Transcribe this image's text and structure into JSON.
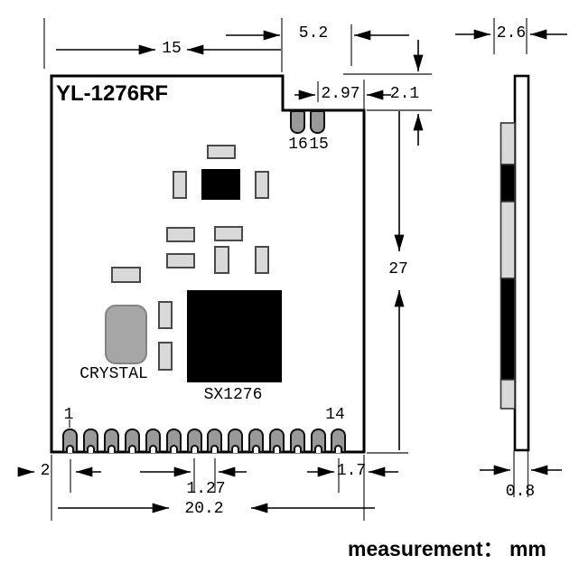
{
  "title": "YL-1276RF",
  "footer": {
    "label": "measurement： mm"
  },
  "units": "mm",
  "top_view": {
    "crystal_label": "CRYSTAL",
    "chip_label": "SX1276",
    "pin_first_label": "1",
    "pin_last_label": "14",
    "pin_top_left_label": "16",
    "pin_top_right_label": "15",
    "bottom_pin_count": 14,
    "top_pin_count": 2
  },
  "dimensions": {
    "left_to_step_width": "15",
    "step_width": "5.2",
    "pin15_to_edge": "2.97",
    "step_height": "2.1",
    "body_height": "27",
    "total_thickness": "2.6",
    "pcb_thickness": "0.8",
    "edge_to_pin1": "2",
    "pin_pitch": "1.27",
    "pin14_to_edge": "1.7",
    "board_width": "20.2"
  },
  "colors": {
    "outline": "#000000",
    "pin_gray": "#999999",
    "component_gray": "#d9d9d9",
    "crystal_gray": "#a6a6a6",
    "chip_black": "#000000"
  }
}
